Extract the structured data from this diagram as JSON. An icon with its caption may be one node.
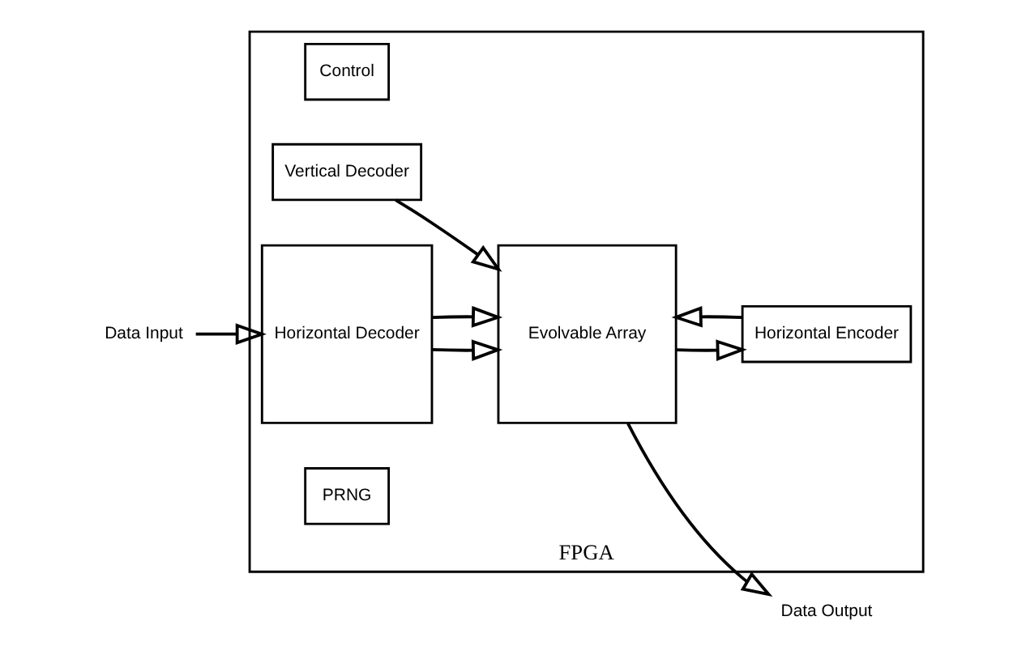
{
  "diagram": {
    "nodes": [
      {
        "text": [
          "FPGA"
        ]
      },
      {
        "text": [
          "Control"
        ],
        "in": 0
      },
      {
        "text": [
          "Vertical Decoder"
        ],
        "in": 0
      },
      {
        "text": [
          "Horizontal Decoder"
        ],
        "in": 0
      },
      {
        "text": [
          "Evolvable Array"
        ],
        "in": 0
      },
      {
        "text": [
          "PRNG"
        ],
        "in": 0
      },
      {
        "text": [
          "Horizontal Encoder"
        ],
        "in": 0
      },
      {
        "text": [
          "Data Input"
        ]
      },
      {
        "text": [
          "Data Output"
        ]
      }
    ],
    "edges": [
      {
        "from": 7,
        "to": 3,
        "arrow": "to"
      },
      {
        "from": 3,
        "to": 4,
        "arrow": "to"
      },
      {
        "from": 3,
        "to": 4,
        "arrow": "to"
      },
      {
        "from": 2,
        "to": 4,
        "arrow": "to"
      },
      {
        "from": 4,
        "to": 8,
        "arrow": "to"
      },
      {
        "from": 4,
        "to": 6,
        "arrow": "to"
      },
      {
        "from": 6,
        "to": 4,
        "arrow": "to"
      }
    ]
  }
}
